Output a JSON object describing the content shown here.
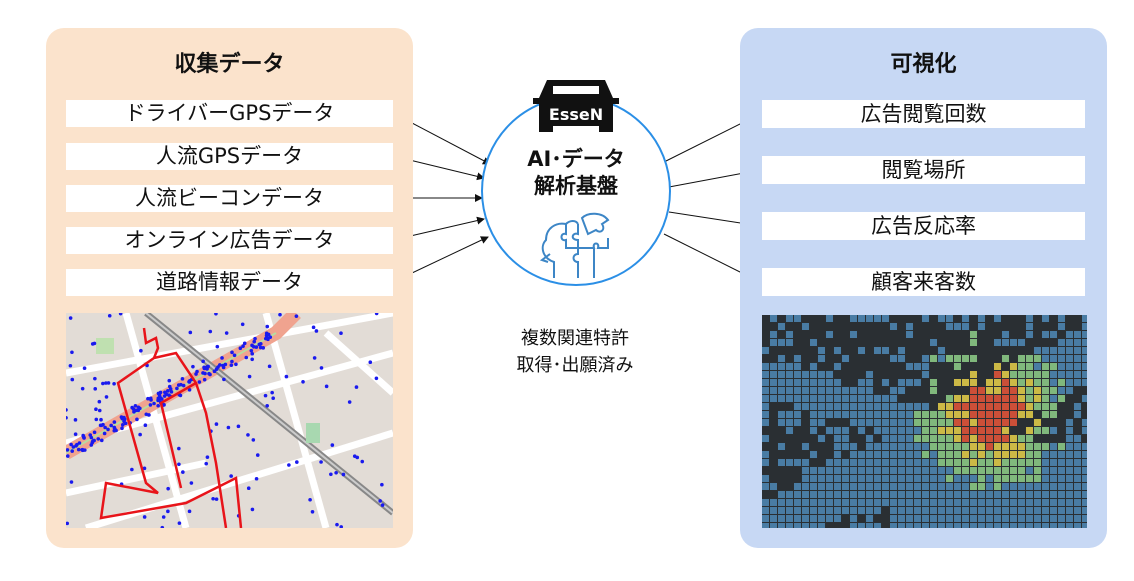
{
  "left": {
    "title": "収集データ",
    "items": [
      "ドライバーGPSデータ",
      "人流GPSデータ",
      "人流ビーコンデータ",
      "オンライン広告データ",
      "道路情報データ"
    ]
  },
  "center": {
    "logo_text": "EsseN",
    "core_line1": "AI･データ",
    "core_line2": "解析基盤",
    "patent_line1": "複数関連特許",
    "patent_line2": "取得･出願済み"
  },
  "right": {
    "title": "可視化",
    "items": [
      "広告閲覧回数",
      "閲覧場所",
      "広告反応率",
      "顧客来客数"
    ]
  },
  "colors": {
    "left_panel": "#fbe3cc",
    "right_panel": "#c7d8f4",
    "circle": "#2b8fe6",
    "gps_path": "#e8141a",
    "gps_dots": "#1a1aee"
  }
}
